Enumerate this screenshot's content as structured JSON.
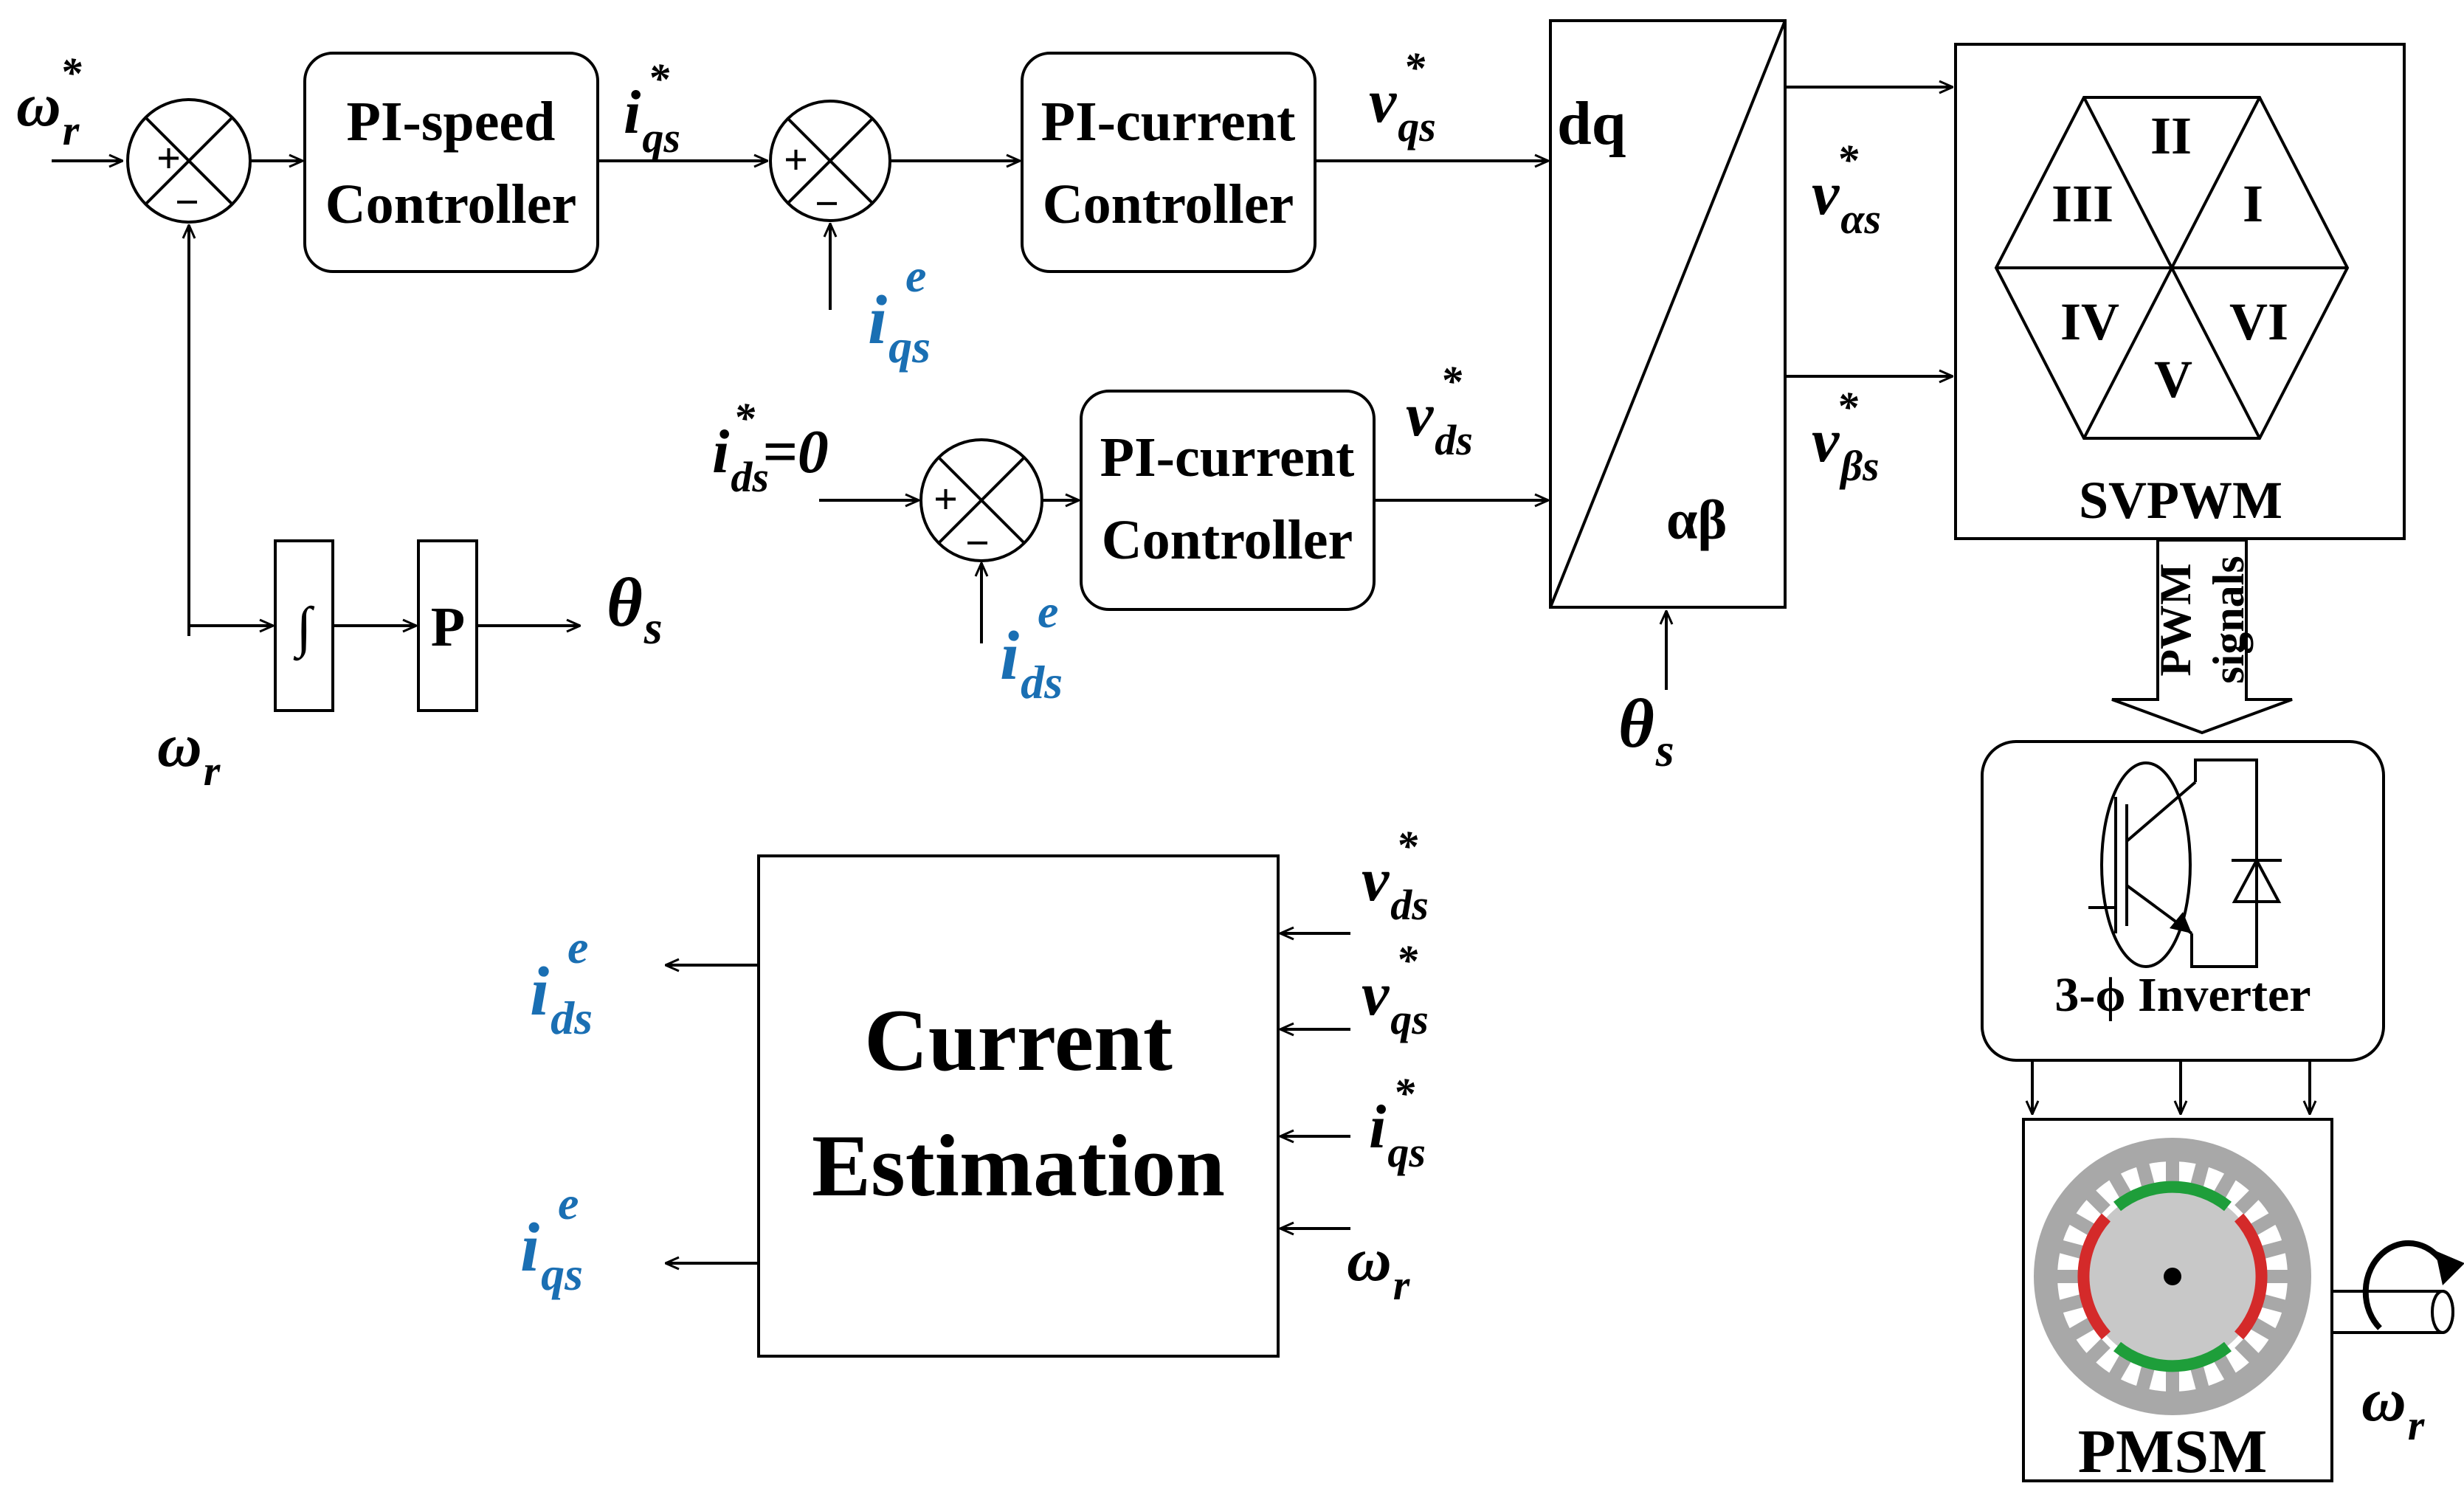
{
  "blocks": {
    "pi_speed": [
      "PI-speed",
      "Controller"
    ],
    "pi_current_q": [
      "PI-current",
      "Controller"
    ],
    "pi_current_d": [
      "PI-current",
      "Controller"
    ],
    "integrator": "∫",
    "pole_gain": "P",
    "dq_label": "dq",
    "ab_label": "αβ",
    "svpwm_label": "SVPWM",
    "sectors": [
      "I",
      "II",
      "III",
      "IV",
      "V",
      "VI"
    ],
    "pwm_signals": [
      "PWM",
      "signals"
    ],
    "inverter_label": "3-ϕ Inverter",
    "pmsm_label": "PMSM",
    "current_estimation": [
      "Current",
      "Estimation"
    ]
  },
  "signals": {
    "omega_r_ref": {
      "base": "ω",
      "sub": "r",
      "sup": "*"
    },
    "omega_r": {
      "base": "ω",
      "sub": "r"
    },
    "theta_s": {
      "base": "θ",
      "sub": "s"
    },
    "i_qs_ref": {
      "base": "i",
      "sub": "qs",
      "sup": "*"
    },
    "i_ds_ref_eq": {
      "base": "i",
      "sub": "ds",
      "sup": "*",
      "suffix": "=0"
    },
    "i_qs_est": {
      "base": "i",
      "sub": "qs",
      "sup": "e"
    },
    "i_ds_est": {
      "base": "i",
      "sub": "ds",
      "sup": "e"
    },
    "v_qs_ref": {
      "base": "v",
      "sub": "qs",
      "sup": "*"
    },
    "v_ds_ref": {
      "base": "v",
      "sub": "ds",
      "sup": "*"
    },
    "v_as_ref": {
      "base": "v",
      "sub": "αs",
      "sup": "*"
    },
    "v_bs_ref": {
      "base": "v",
      "sub": "βs",
      "sup": "*"
    }
  },
  "signs": {
    "plus": "+",
    "minus": "−"
  },
  "colors": {
    "estimate_blue": "#1a6fb3",
    "rotor_gray": "#c8c8c8",
    "stator_gray": "#a8a8a8",
    "magnet_red": "#d42a2a",
    "magnet_green": "#1e9e3a"
  }
}
